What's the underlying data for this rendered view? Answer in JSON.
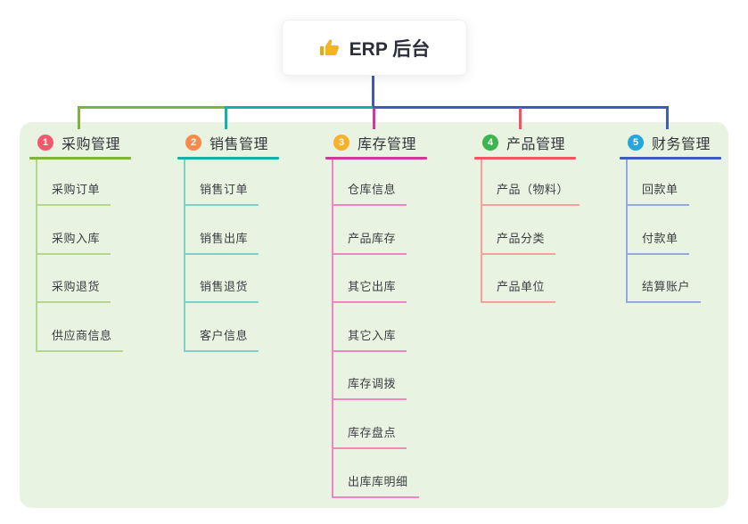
{
  "root": {
    "label": "ERP 后台",
    "icon": "thumbs-up-icon",
    "icon_color": "#f2b51d"
  },
  "panel_color": "#e8f4e1",
  "connectors": {
    "stem_color": "#4156c6",
    "bus_segments": [
      {
        "color": "#7cb43d"
      },
      {
        "color": "#13b2a8"
      },
      {
        "color": "#4156c6"
      }
    ]
  },
  "branches": [
    {
      "number": "1",
      "label": "采购管理",
      "badge_color": "#f4586c",
      "line_color": "#7cb43d",
      "child_line_color": "#b3d88c",
      "children": [
        "采购订单",
        "采购入库",
        "采购退货",
        "供应商信息"
      ]
    },
    {
      "number": "2",
      "label": "销售管理",
      "badge_color": "#f98a4b",
      "line_color": "#13b2a8",
      "child_line_color": "#7dd3ca",
      "children": [
        "销售订单",
        "销售出库",
        "销售退货",
        "客户信息"
      ]
    },
    {
      "number": "3",
      "label": "库存管理",
      "badge_color": "#f9b02a",
      "line_color": "#d2379d",
      "child_line_color": "#ef85c3",
      "children": [
        "仓库信息",
        "产品库存",
        "其它出库",
        "其它入库",
        "库存调拨",
        "库存盘点",
        "出库库明细"
      ]
    },
    {
      "number": "4",
      "label": "产品管理",
      "badge_color": "#3cb54e",
      "line_color": "#f4545f",
      "child_line_color": "#f8a09b",
      "children": [
        "产品（物料）",
        "产品分类",
        "产品单位"
      ]
    },
    {
      "number": "5",
      "label": "财务管理",
      "badge_color": "#27a6dc",
      "line_color": "#3c5cc5",
      "child_line_color": "#93a9e0",
      "children": [
        "回款单",
        "付款单",
        "结算账户"
      ]
    }
  ]
}
